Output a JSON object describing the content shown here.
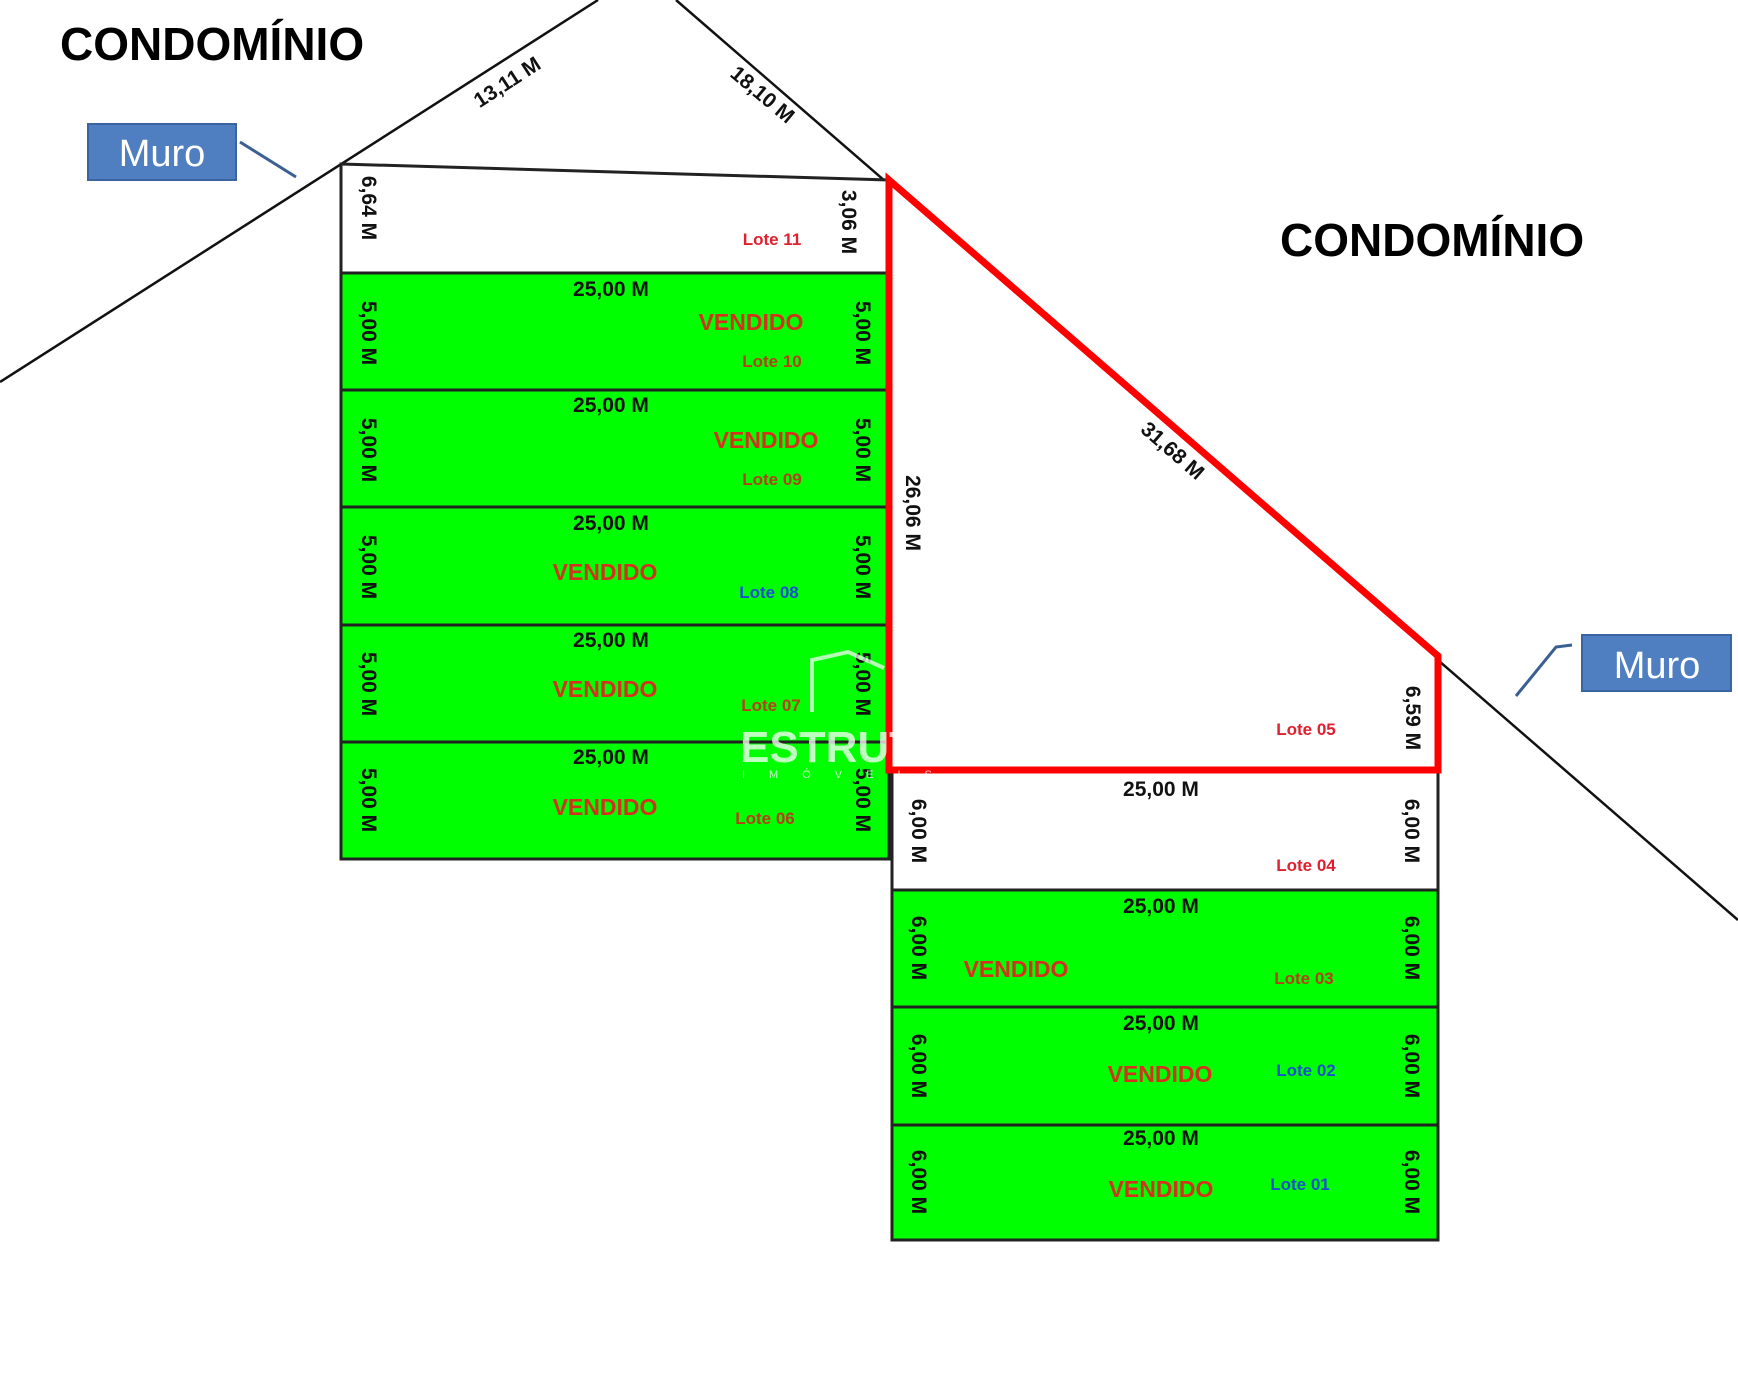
{
  "labels": {
    "condominio_left": "CONDOMÍNIO",
    "condominio_right": "CONDOMÍNIO",
    "muro_left": "Muro",
    "muro_right": "Muro",
    "watermark": "ESTRUT",
    "watermark_sub": "IMÓVEIS"
  },
  "colors": {
    "sold": "#00ff00",
    "available": "#ffffff",
    "highlight": "#ff0000",
    "muro_box": "#4f7fc0",
    "vendido_text": "#d3321e"
  },
  "dimensions": {
    "top_left_edge": "13,11 M",
    "top_right_edge": "18,10 M",
    "lot11_left": "6,64 M",
    "lot11_right": "3,06 M",
    "lot05_diagonal": "31,68 M",
    "lot05_left": "26,06 M",
    "lot05_right": "6,59 M",
    "lot_length": "25,00 M",
    "left_lot_width": "5,00 M",
    "right_lot_width": "6,00 M"
  },
  "status_sold": "VENDIDO",
  "lots": [
    {
      "name": "Lote 01",
      "status": "sold",
      "label_color": "#1a4fd0"
    },
    {
      "name": "Lote 02",
      "status": "sold",
      "label_color": "#1a4fd0"
    },
    {
      "name": "Lote 03",
      "status": "sold",
      "label_color": "#b5401a"
    },
    {
      "name": "Lote 04",
      "status": "available",
      "label_color": "#e02030"
    },
    {
      "name": "Lote 05",
      "status": "available",
      "label_color": "#e02030"
    },
    {
      "name": "Lote 06",
      "status": "sold",
      "label_color": "#b5401a"
    },
    {
      "name": "Lote 07",
      "status": "sold",
      "label_color": "#b5401a"
    },
    {
      "name": "Lote 08",
      "status": "sold",
      "label_color": "#1a4fd0"
    },
    {
      "name": "Lote 09",
      "status": "sold",
      "label_color": "#b5401a"
    },
    {
      "name": "Lote 10",
      "status": "sold",
      "label_color": "#b5401a"
    },
    {
      "name": "Lote 11",
      "status": "available",
      "label_color": "#e02030"
    }
  ]
}
